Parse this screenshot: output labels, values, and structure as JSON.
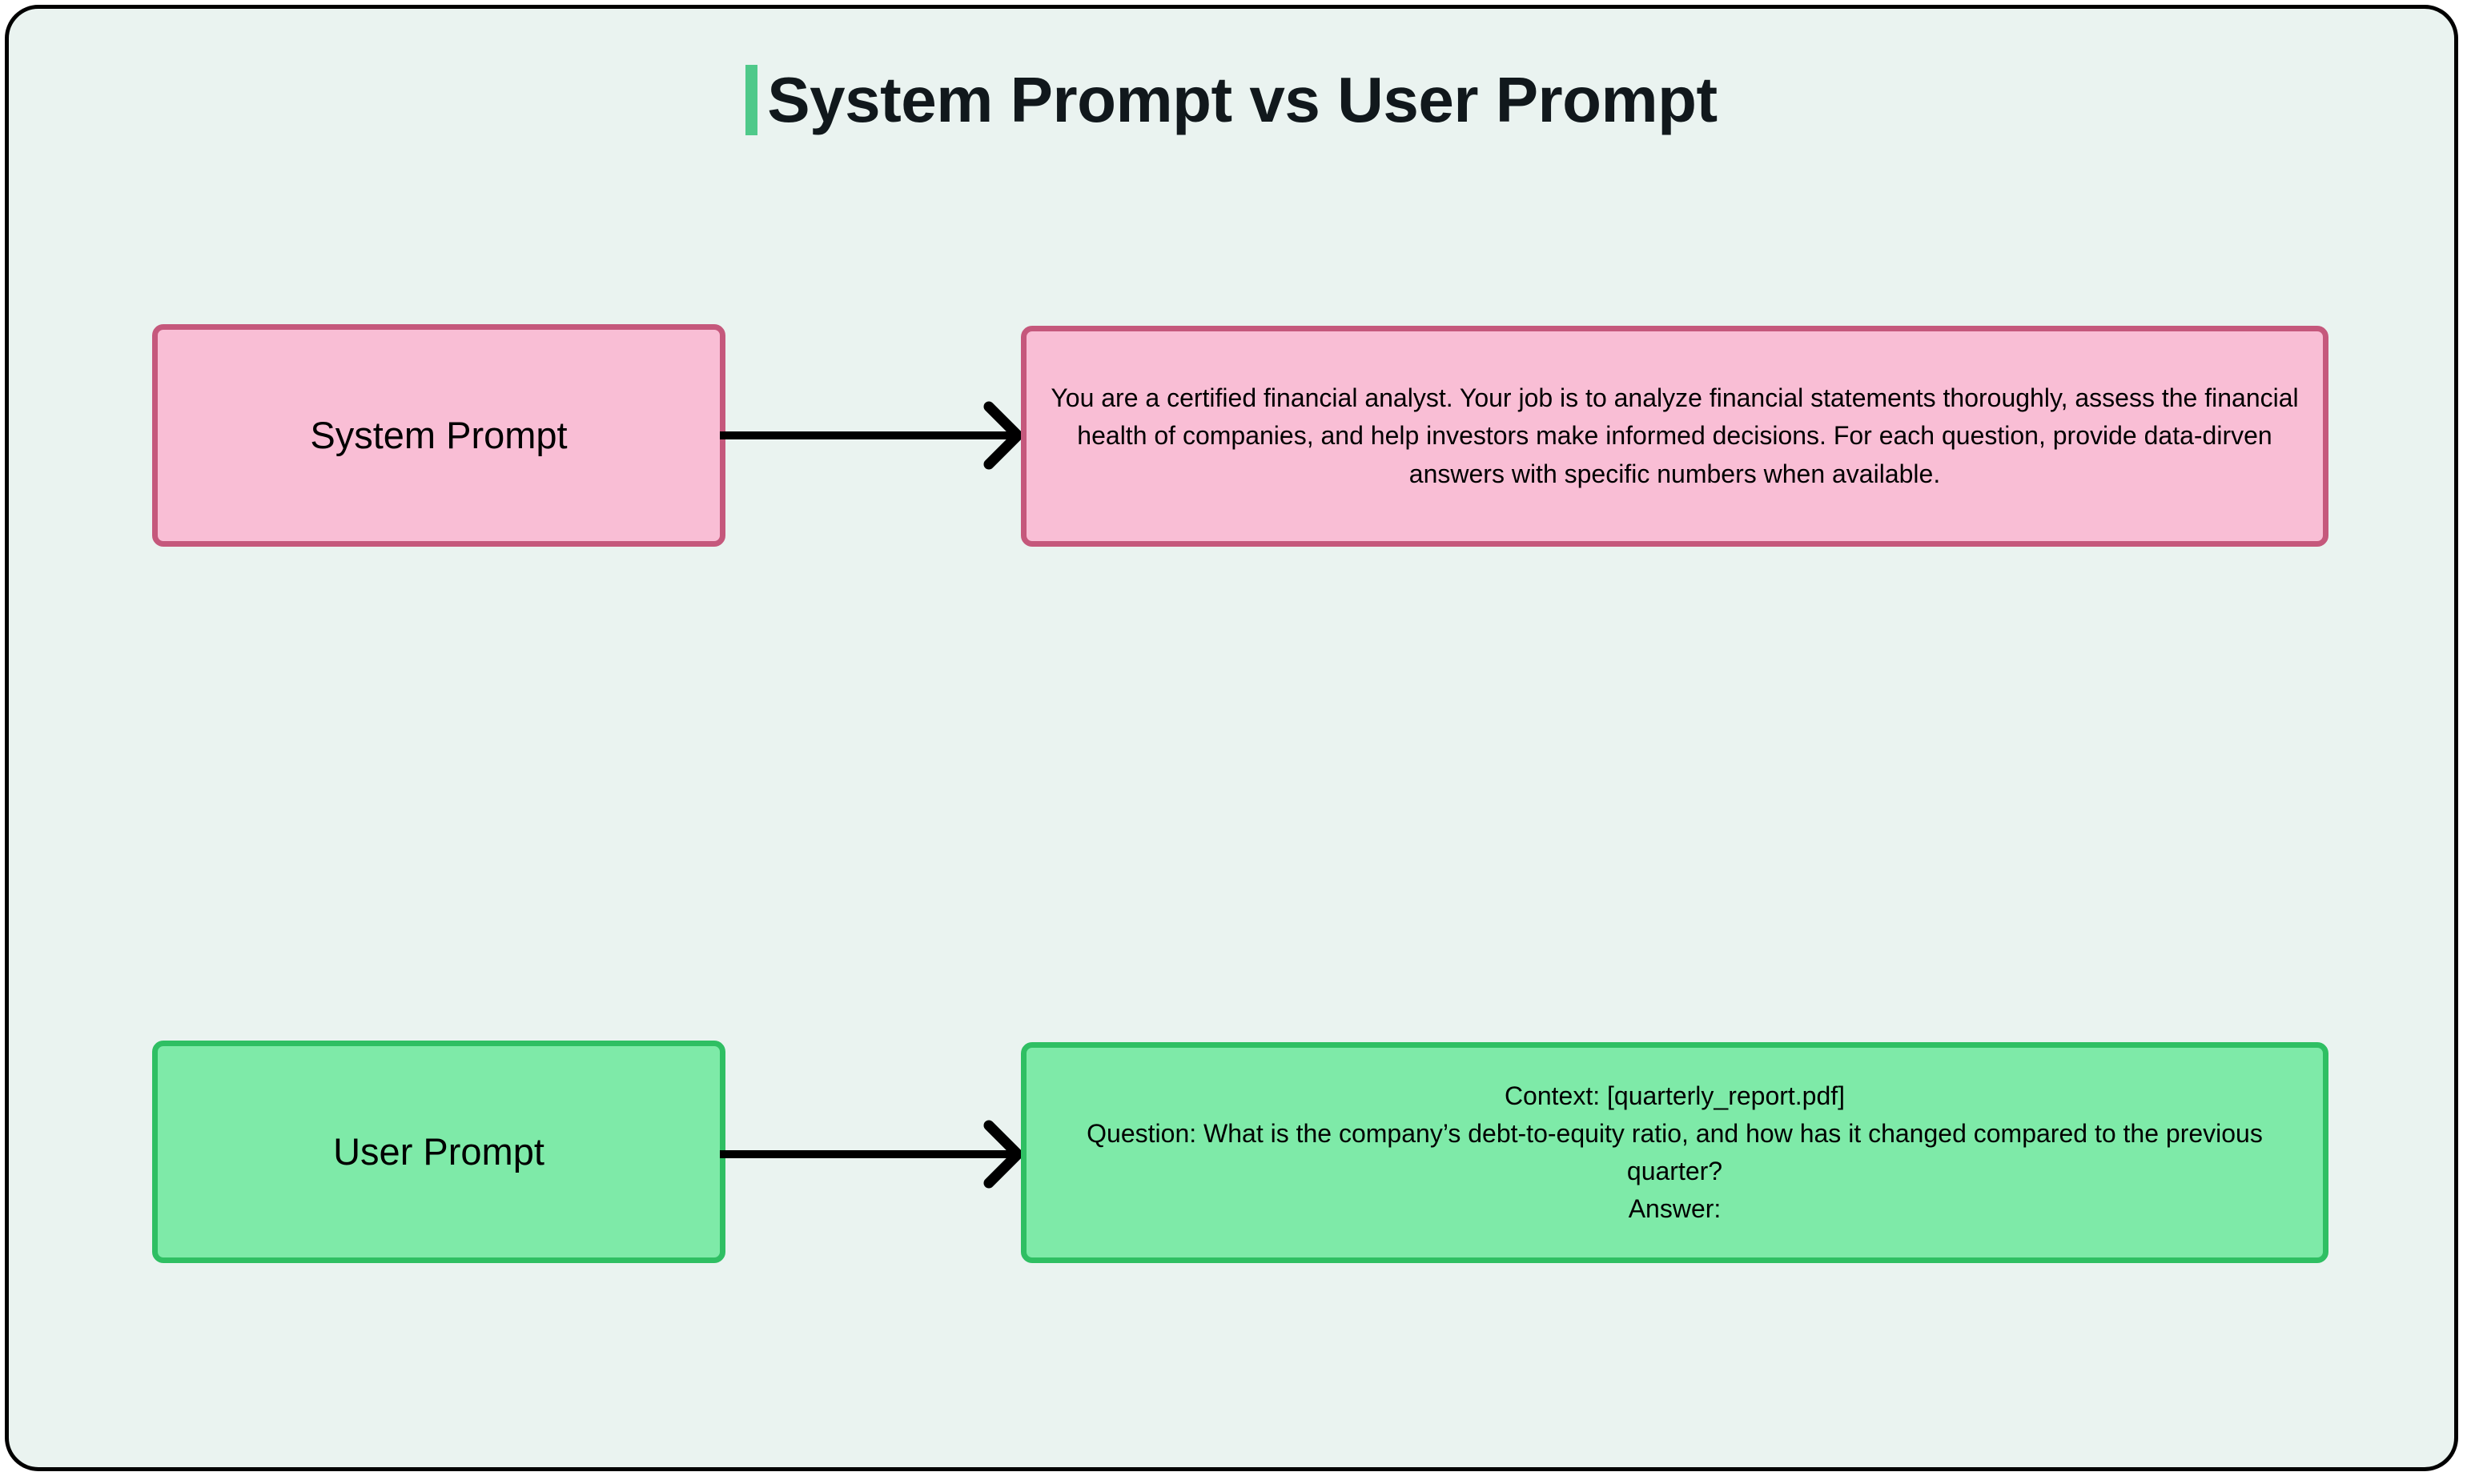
{
  "diagram": {
    "title": "System Prompt vs User Prompt",
    "accent_color": "#4fc98a",
    "background_color": "#eaf3f0",
    "frame_border_color": "#000000",
    "nodes": [
      {
        "id": "system-prompt",
        "label": "System Prompt",
        "fill": "#f9bed5",
        "stroke": "#c5587c"
      },
      {
        "id": "system-prompt-content",
        "text": "You are a certified financial analyst. Your job is to analyze financial statements thoroughly, assess the financial health of companies, and help investors make informed decisions. For each question, provide data-dirven answers with specific numbers when available.",
        "fill": "#f9bed5",
        "stroke": "#c5587c"
      },
      {
        "id": "user-prompt",
        "label": "User Prompt",
        "fill": "#7eeaa8",
        "stroke": "#2fbf63"
      },
      {
        "id": "user-prompt-content",
        "text": "Context: [quarterly_report.pdf]\nQuestion: What is the company’s debt-to-equity ratio, and how has it changed compared to the previous quarter?\nAnswer:",
        "fill": "#7eeaa8",
        "stroke": "#2fbf63"
      }
    ],
    "edges": [
      {
        "id": "system-edge",
        "from": "system-prompt",
        "to": "system-prompt-content",
        "color": "#000000"
      },
      {
        "id": "user-edge",
        "from": "user-prompt",
        "to": "user-prompt-content",
        "color": "#000000"
      }
    ]
  }
}
